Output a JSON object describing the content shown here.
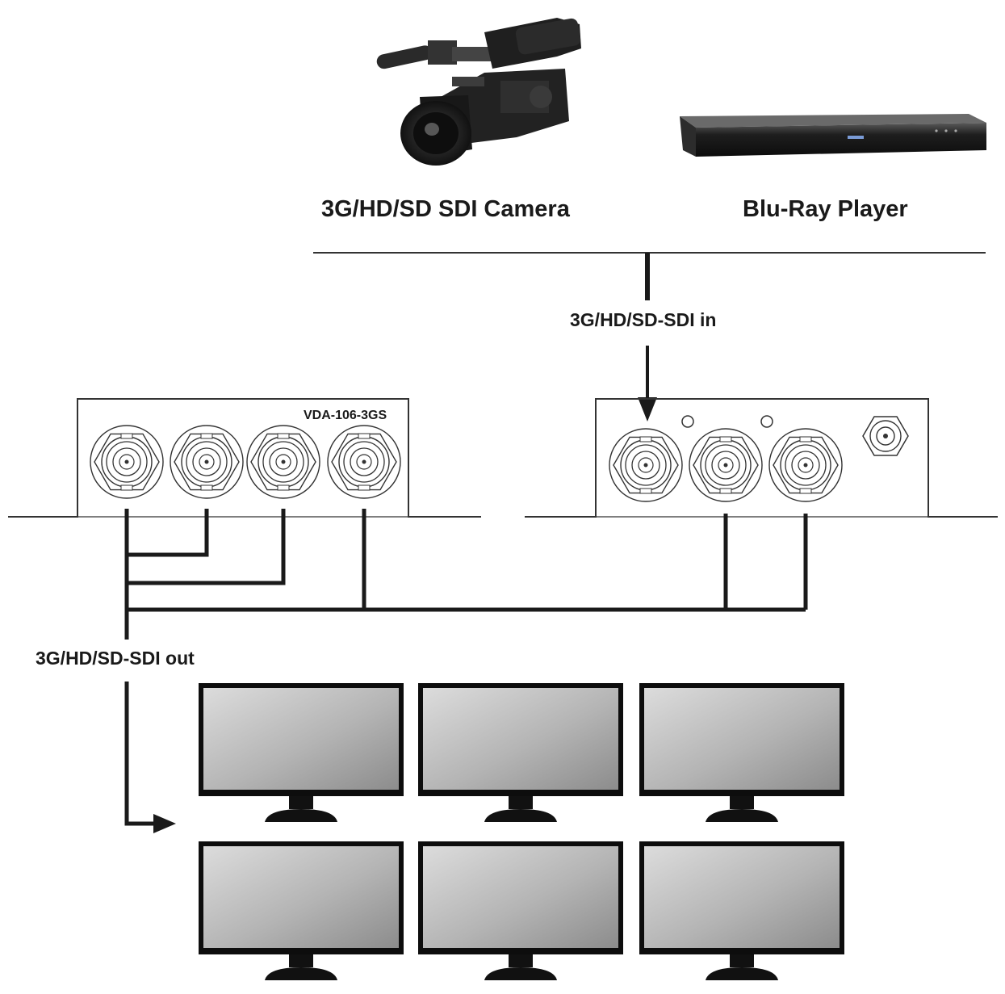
{
  "sources": {
    "camera_label": "3G/HD/SD SDI Camera",
    "bluray_label": "Blu-Ray Player"
  },
  "signals": {
    "input_label": "3G/HD/SD-SDI in",
    "output_label": "3G/HD/SD-SDI out"
  },
  "device": {
    "model_label": "VDA-106-3GS",
    "front_ports": 4,
    "rear_ports": 3
  },
  "displays": {
    "count": 6
  },
  "colors": {
    "line": "#1a1a1a",
    "outline": "#333333",
    "screen_light": "#d8d8d8",
    "screen_dark": "#8a8a8a"
  }
}
